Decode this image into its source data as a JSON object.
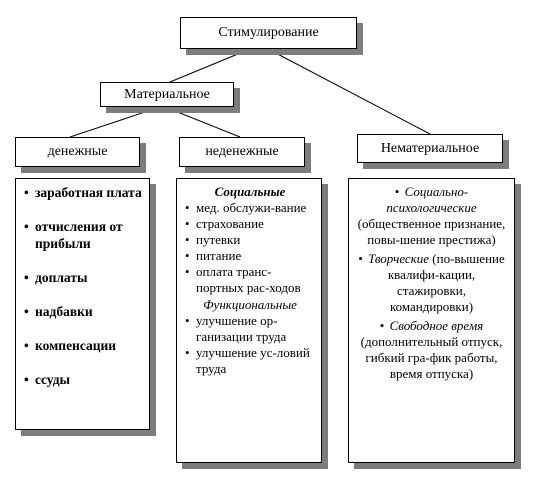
{
  "diagram": {
    "root": {
      "label": "Стимулирование"
    },
    "material": {
      "label": "Материальное"
    },
    "monetary": {
      "label": "денежные",
      "items": [
        "заработная плата",
        "отчисления от прибыли",
        "доплаты",
        "надбавки",
        "компенсации",
        "ссуды"
      ]
    },
    "nonmonetary": {
      "label": "неденежные",
      "social_title": "Социальные",
      "social_items": [
        "мед. обслужи-вание",
        "страхование",
        "путевки",
        "питание",
        "оплата транс-портных рас-ходов"
      ],
      "functional_title": "Функциональные",
      "functional_items": [
        "улучшение ор-ганизации труда",
        "улучшение ус-ловий труда"
      ]
    },
    "nonmaterial": {
      "label": "Нематериальное",
      "items": [
        {
          "title": "Социально-психологические",
          "text": "(общественное признание, повы-шение престижа)"
        },
        {
          "title": "Творческие",
          "text": "(по-вышение квалифи-кации, стажировки, командировки)"
        },
        {
          "title": "Свободное время",
          "text": "(дополнительный отпуск, гибкий гра-фик работы, время отпуска)"
        }
      ]
    }
  }
}
